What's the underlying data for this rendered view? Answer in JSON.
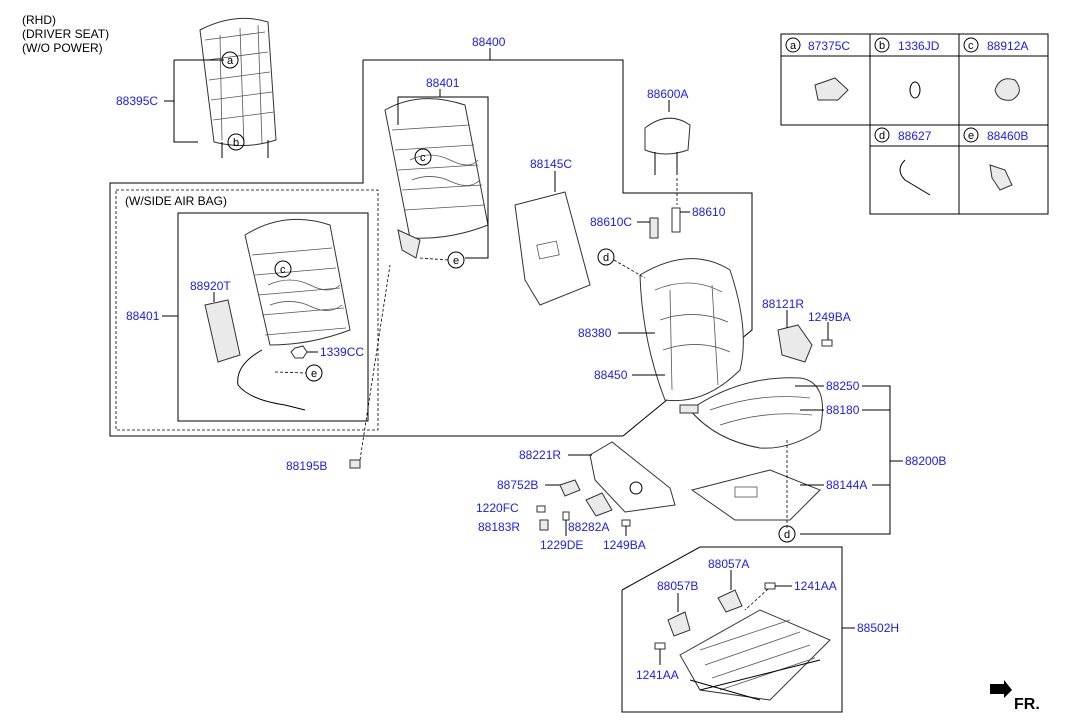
{
  "header": {
    "line1": "(RHD)",
    "line2": "(DRIVER SEAT)",
    "line3": "(W/O POWER)"
  },
  "side_airbag_box": {
    "title": "(W/SIDE AIR BAG)"
  },
  "legend": {
    "items": [
      {
        "letter": "a",
        "part": "87375C"
      },
      {
        "letter": "b",
        "part": "1336JD"
      },
      {
        "letter": "c",
        "part": "88912A"
      },
      {
        "letter": "d",
        "part": "88627"
      },
      {
        "letter": "e",
        "part": "88460B"
      }
    ]
  },
  "callouts": {
    "p88400": "88400",
    "p88401_top": "88401",
    "p88401_left": "88401",
    "p88395C": "88395C",
    "p88600A": "88600A",
    "p88145C": "88145C",
    "p88610C": "88610C",
    "p88610": "88610",
    "p88920T": "88920T",
    "p1339CC": "1339CC",
    "p88380": "88380",
    "p88450": "88450",
    "p88121R": "88121R",
    "p1249BA_r": "1249BA",
    "p88250": "88250",
    "p88180": "88180",
    "p88200B": "88200B",
    "p88195B": "88195B",
    "p88221R": "88221R",
    "p88752B": "88752B",
    "p1220FC": "1220FC",
    "p88183R": "88183R",
    "p88282A": "88282A",
    "p1229DE": "1229DE",
    "p1249BA_b": "1249BA",
    "p88144A": "88144A",
    "p88057A": "88057A",
    "p88057B": "88057B",
    "p1241AA_r": "1241AA",
    "p1241AA_l": "1241AA",
    "p88502H": "88502H"
  },
  "markers": {
    "a": "a",
    "b": "b",
    "c": "c",
    "d": "d",
    "e": "e"
  },
  "direction": {
    "label": "FR."
  }
}
